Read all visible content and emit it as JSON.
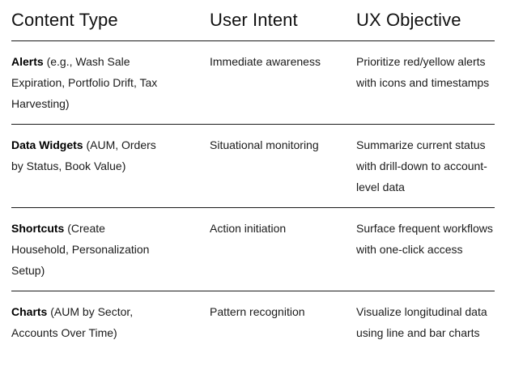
{
  "table": {
    "columns": [
      {
        "key": "content_type",
        "label": "Content Type"
      },
      {
        "key": "user_intent",
        "label": "User Intent"
      },
      {
        "key": "ux_objective",
        "label": "UX Objective"
      }
    ],
    "rows": [
      {
        "term": "Alerts",
        "detail": " (e.g., Wash Sale Expiration, Portfolio Drift, Tax Harvesting)",
        "user_intent": "Immediate awareness",
        "ux_objective": "Prioritize red/yellow alerts with icons and timestamps"
      },
      {
        "term": "Data Widgets",
        "detail": " (AUM, Orders by Status, Book Value)",
        "user_intent": "Situational monitoring",
        "ux_objective": "Summarize current status with drill-down to account-level data"
      },
      {
        "term": "Shortcuts",
        "detail": " (Create Household, Personalization Setup)",
        "user_intent": "Action initiation",
        "ux_objective": "Surface frequent workflows with one-click access"
      },
      {
        "term": "Charts",
        "detail": " (AUM by Sector, Accounts Over Time)",
        "user_intent": "Pattern recognition",
        "ux_objective": "Visualize longitudinal data using line and bar charts"
      }
    ]
  },
  "style": {
    "divider_color": "#1b1b1b",
    "text_color": "#1b1b1b",
    "heading_color": "#111111",
    "background": "#ffffff"
  }
}
